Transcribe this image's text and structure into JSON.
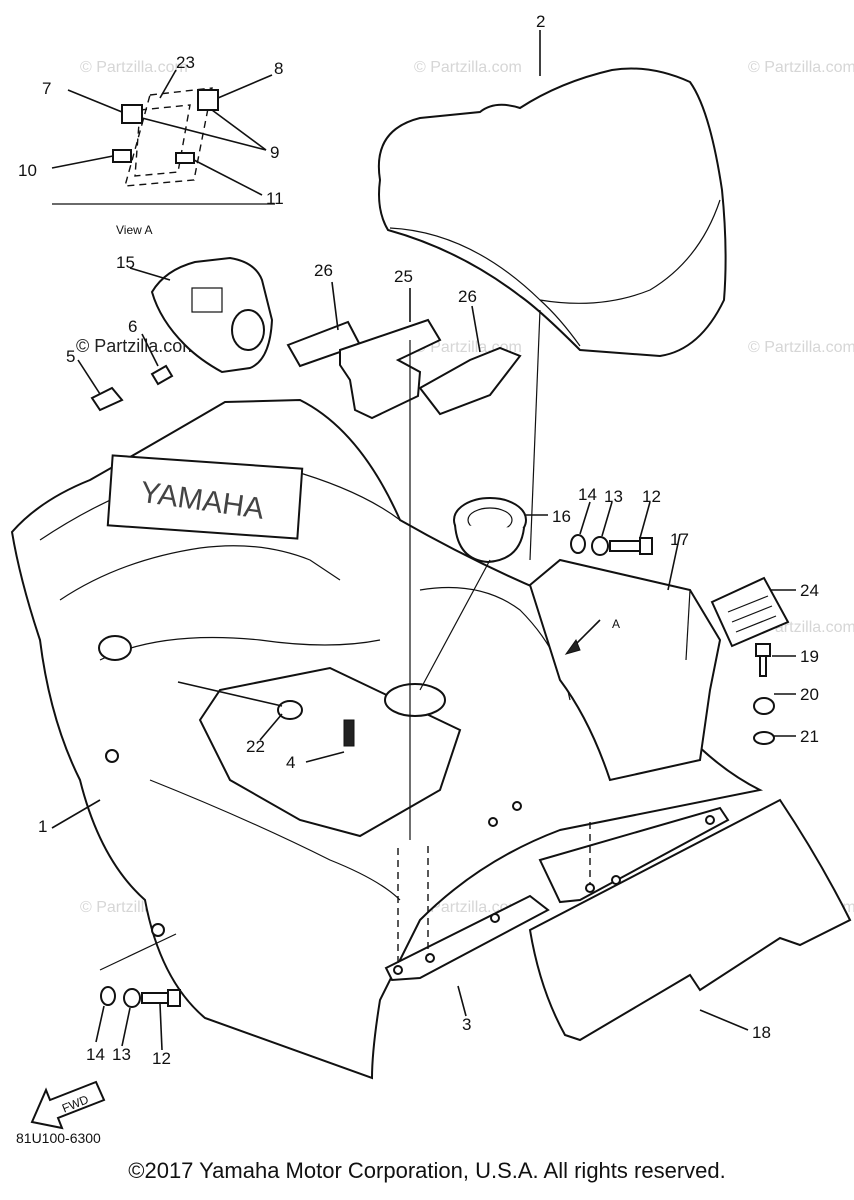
{
  "watermark": "© Partzilla.com",
  "watermark_strong": "© Partzilla.com",
  "view_label": "View A",
  "arrow_label": "A",
  "fwd_label": "FWD",
  "brand_mark": "YAMAHA",
  "diagram_code": "81U100-6300",
  "copyright": "©2017 Yamaha Motor Corporation, U.S.A. All rights reserved.",
  "callouts": {
    "c1": "1",
    "c2": "2",
    "c3": "3",
    "c4": "4",
    "c5": "5",
    "c6": "6",
    "c7": "7",
    "c8": "8",
    "c9": "9",
    "c10": "10",
    "c11": "11",
    "c12a": "12",
    "c13a": "13",
    "c14a": "14",
    "c12b": "12",
    "c13b": "13",
    "c14b": "14",
    "c15": "15",
    "c16": "16",
    "c17": "17",
    "c18": "18",
    "c19": "19",
    "c20": "20",
    "c21": "21",
    "c22": "22",
    "c23": "23",
    "c24": "24",
    "c25": "25",
    "c26a": "26",
    "c26b": "26"
  }
}
